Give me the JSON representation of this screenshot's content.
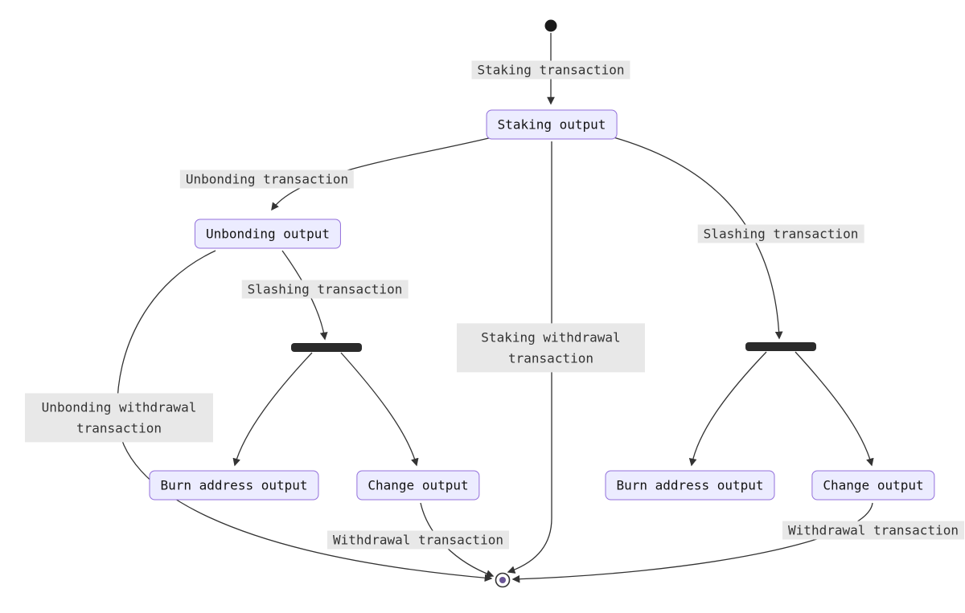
{
  "diagram": {
    "type": "state-diagram",
    "nodes": {
      "staking_output": "Staking output",
      "unbonding_output": "Unbonding output",
      "burn_address_output_left": "Burn address output",
      "change_output_left": "Change output",
      "burn_address_output_right": "Burn address output",
      "change_output_right": "Change output"
    },
    "edge_labels": {
      "staking_transaction": "Staking transaction",
      "unbonding_transaction": "Unbonding transaction",
      "slashing_transaction_left": "Slashing transaction",
      "slashing_transaction_right": "Slashing transaction",
      "staking_withdrawal_line1": "Staking withdrawal",
      "staking_withdrawal_line2": "transaction",
      "unbonding_withdrawal_line1": "Unbonding withdrawal",
      "unbonding_withdrawal_line2": "transaction",
      "withdrawal_transaction_left": "Withdrawal transaction",
      "withdrawal_transaction_right": "Withdrawal transaction"
    },
    "colors": {
      "node_fill": "#ECECFF",
      "node_border": "#9370DB",
      "label_bg": "#e8e8e8",
      "edge": "#333333",
      "bar": "#2b2b2b",
      "start_fill": "#1a1a1a",
      "final_inner": "#6a5596"
    }
  }
}
